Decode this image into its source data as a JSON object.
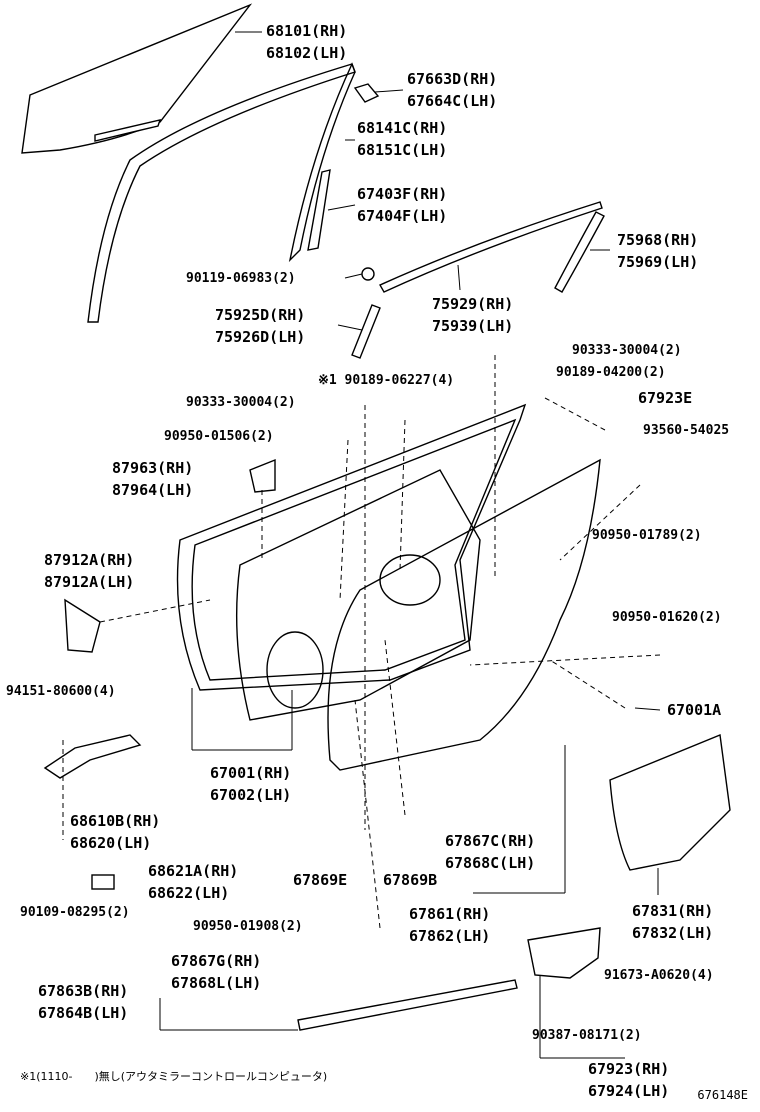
{
  "callouts": [
    {
      "id": "c68101",
      "lines": [
        "68101(RH)",
        "68102(LH)"
      ]
    },
    {
      "id": "c67663",
      "lines": [
        "67663D(RH)",
        "67664C(LH)"
      ]
    },
    {
      "id": "c68141",
      "lines": [
        "68141C(RH)",
        "68151C(LH)"
      ]
    },
    {
      "id": "c67403",
      "lines": [
        "67403F(RH)",
        "67404F(LH)"
      ]
    },
    {
      "id": "c90119",
      "lines": [
        "90119-06983(2)"
      ]
    },
    {
      "id": "c75968",
      "lines": [
        "75968(RH)",
        "75969(LH)"
      ]
    },
    {
      "id": "c75925",
      "lines": [
        "75925D(RH)",
        "75926D(LH)"
      ]
    },
    {
      "id": "c75929",
      "lines": [
        "75929(RH)",
        "75939(LH)"
      ]
    },
    {
      "id": "c90333a",
      "lines": [
        "90333-30004(2)"
      ]
    },
    {
      "id": "c90189a",
      "lines": [
        "※1 90189-06227(4)"
      ]
    },
    {
      "id": "c90189b",
      "lines": [
        "90189-04200(2)"
      ]
    },
    {
      "id": "c90333b",
      "lines": [
        "90333-30004(2)"
      ]
    },
    {
      "id": "c67923e",
      "lines": [
        "67923E"
      ]
    },
    {
      "id": "c90950a",
      "lines": [
        "90950-01506(2)"
      ]
    },
    {
      "id": "c93560",
      "lines": [
        "93560-54025"
      ]
    },
    {
      "id": "c87963",
      "lines": [
        "87963(RH)",
        "87964(LH)"
      ]
    },
    {
      "id": "c90950b",
      "lines": [
        "90950-01789(2)"
      ]
    },
    {
      "id": "c87912",
      "lines": [
        "87912A(RH)",
        "87912A(LH)"
      ]
    },
    {
      "id": "c90950c",
      "lines": [
        "90950-01620(2)"
      ]
    },
    {
      "id": "c94151",
      "lines": [
        "94151-80600(4)"
      ]
    },
    {
      "id": "c67001a",
      "lines": [
        "67001A"
      ]
    },
    {
      "id": "c67001",
      "lines": [
        "67001(RH)",
        "67002(LH)"
      ]
    },
    {
      "id": "c68610",
      "lines": [
        "68610B(RH)",
        "68620(LH)"
      ]
    },
    {
      "id": "c67867c",
      "lines": [
        "67867C(RH)",
        "67868C(LH)"
      ]
    },
    {
      "id": "c68621",
      "lines": [
        "68621A(RH)",
        "68622(LH)"
      ]
    },
    {
      "id": "c67869e",
      "lines": [
        "67869E"
      ]
    },
    {
      "id": "c67869b",
      "lines": [
        "67869B"
      ]
    },
    {
      "id": "c67831",
      "lines": [
        "67831(RH)",
        "67832(LH)"
      ]
    },
    {
      "id": "c90109",
      "lines": [
        "90109-08295(2)"
      ]
    },
    {
      "id": "c67861",
      "lines": [
        "67861(RH)",
        "67862(LH)"
      ]
    },
    {
      "id": "c90950d",
      "lines": [
        "90950-01908(2)"
      ]
    },
    {
      "id": "c67867g",
      "lines": [
        "67867G(RH)",
        "67868L(LH)"
      ]
    },
    {
      "id": "c91673",
      "lines": [
        "91673-A0620(4)"
      ]
    },
    {
      "id": "c67863",
      "lines": [
        "67863B(RH)",
        "67864B(LH)"
      ]
    },
    {
      "id": "c90387",
      "lines": [
        "90387-08171(2)"
      ]
    },
    {
      "id": "c67923",
      "lines": [
        "67923(RH)",
        "67924(LH)"
      ]
    }
  ],
  "footnote": "※1(1110-　　)無し(アウタミラーコントロールコンピュータ)",
  "figure_id": "676148E"
}
